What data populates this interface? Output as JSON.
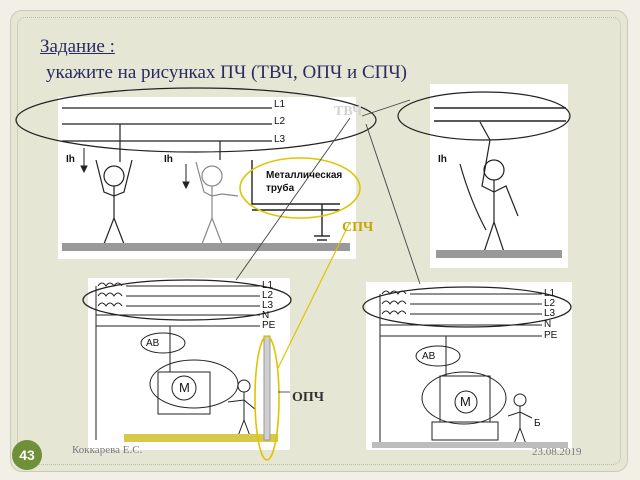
{
  "title": {
    "line1": "Задание :",
    "line2": "укажите на рисунках ПЧ (ТВЧ, ОПЧ и СПЧ)"
  },
  "labels": {
    "tvch": "ТВЧ",
    "spch": "СПЧ",
    "opch": "ОПЧ",
    "L1": "L1",
    "L2": "L2",
    "L3": "L3",
    "N": "N",
    "PE": "PE",
    "ih": "Ih",
    "pipe1": "Металлическая",
    "pipe2": "труба",
    "av": "АВ",
    "motor": "М",
    "b": "Б"
  },
  "footer": {
    "slide_number": "43",
    "author": "Коккарева Е.С.",
    "date": "23.08.2019"
  },
  "colors": {
    "title": "#2a2a63",
    "accent_label": "#c8a400",
    "badge": "#6f8f38"
  }
}
